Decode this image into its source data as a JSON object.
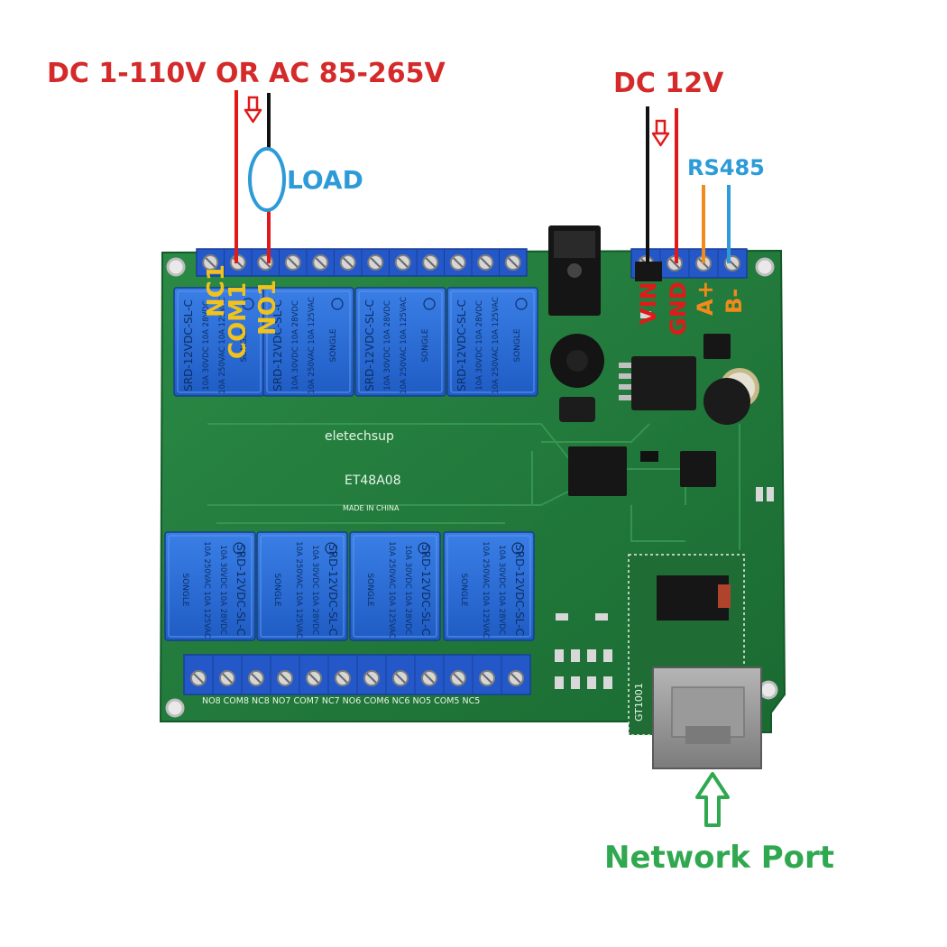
{
  "labels": {
    "load_power": "DC 1-110V OR AC 85-265V",
    "load": "LOAD",
    "dc_power": "DC 12V",
    "rs485": "RS485",
    "network_port": "Network Port"
  },
  "pin_labels": {
    "nc1": "NC1",
    "com1": "COM1",
    "no1": "NO1",
    "vin": "VIN",
    "gnd": "GND",
    "a_plus": "A+",
    "b_minus": "B-"
  },
  "board": {
    "brand": "eletechsup",
    "model": "ET48A08",
    "made_in": "MADE IN CHINA",
    "module_label": "GT1001",
    "bottom_terminals": "NO8 COM8 NC8 NO7 COM7 NC7 NO6 COM6 NC6 NO5 COM5 NC5"
  },
  "relay": {
    "brand": "SONGLE",
    "rating_1": "10A 250VAC 10A 125VAC",
    "rating_2": "10A 30VDC 10A 28VDC",
    "model": "SRD-12VDC-SL-C",
    "count": 8
  },
  "colors": {
    "power_label": "#d42a2a",
    "load_label": "#2d9bd8",
    "rs485_label": "#2d9bd8",
    "network_label": "#2fa84f",
    "pin_yellow": "#f2c21c",
    "pin_red": "#e01a1a",
    "pin_orange": "#f08a1a",
    "board_green": "#1f7a3a",
    "relay_blue": "#2b6fd6",
    "terminal_blue": "#2458c9"
  }
}
